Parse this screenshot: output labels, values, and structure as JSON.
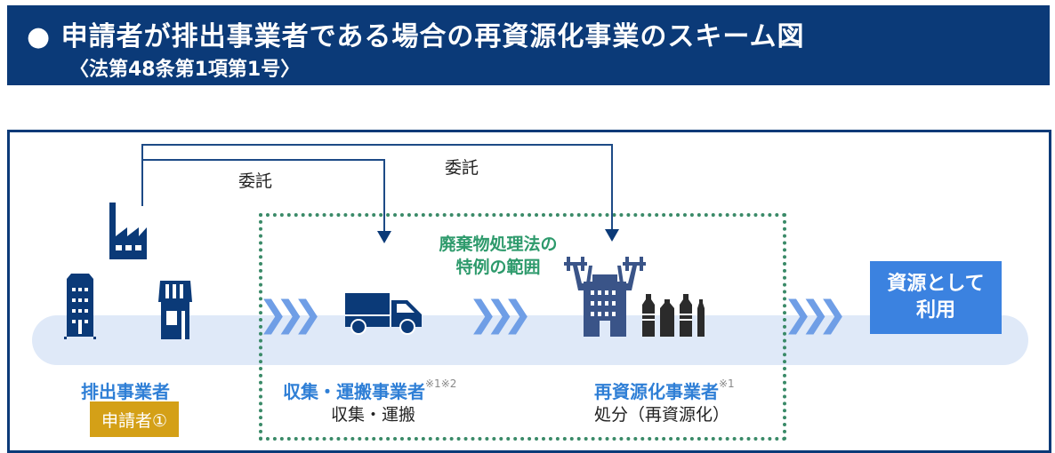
{
  "header": {
    "bullet": "●",
    "title": "申請者が排出事業者である場合の再資源化事業のスキーム図",
    "subtitle": "〈法第48条第1項第1号〉"
  },
  "diagram": {
    "consign_label_1": "委託",
    "consign_label_2": "委託",
    "special_scope": [
      "廃棄物処理法の",
      "特例の範囲"
    ],
    "chevron": "❯❯❯",
    "resource_box": [
      "資源として",
      "利用"
    ],
    "emitter": {
      "label": "排出事業者",
      "badge": "申請者①"
    },
    "collector": {
      "label": "収集・運搬事業者",
      "note": "※1※2",
      "role": "収集・運搬"
    },
    "recycler": {
      "label": "再資源化事業者",
      "note": "※1",
      "role": "処分（再資源化）"
    }
  },
  "colors": {
    "navy": "#0b3a78",
    "green": "#2e9a6c",
    "blue": "#2f7fd6",
    "gold": "#d4a017",
    "box": "#3b82e0"
  }
}
